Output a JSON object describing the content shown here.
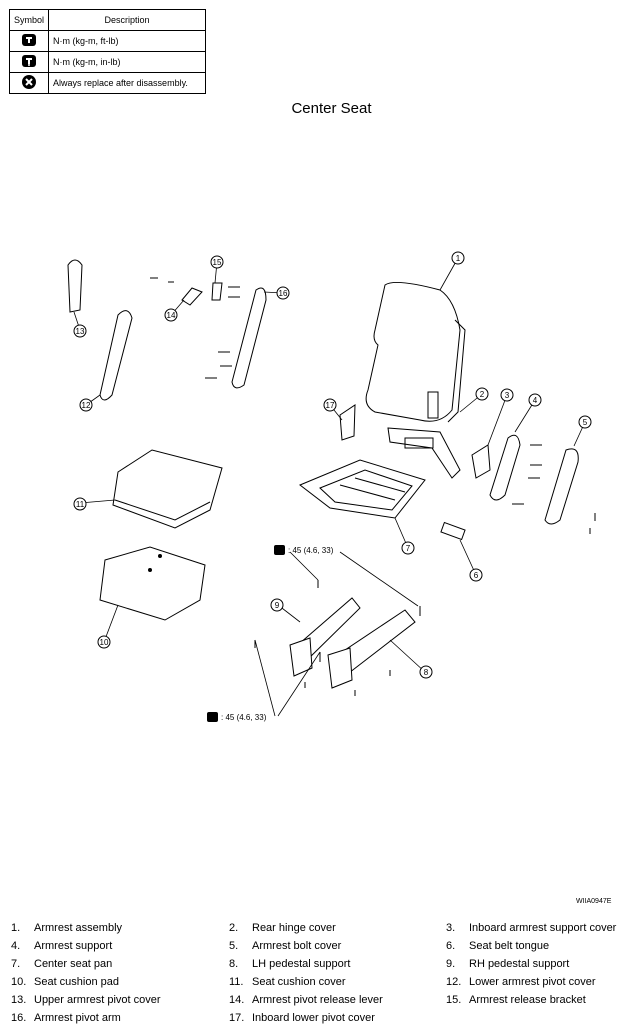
{
  "legend": {
    "header_symbol": "Symbol",
    "header_description": "Description",
    "rows": [
      {
        "icon": "torque-wrench-icon",
        "description": "N·m (kg-m, ft-lb)"
      },
      {
        "icon": "torque-wrench-in-icon",
        "description": "N·m (kg-m, in-lb)"
      },
      {
        "icon": "always-replace-icon",
        "description": "Always replace after disassembly."
      }
    ]
  },
  "title": "Center Seat",
  "callouts": [
    "1",
    "2",
    "3",
    "4",
    "5",
    "6",
    "7",
    "8",
    "9",
    "10",
    "11",
    "12",
    "13",
    "14",
    "15",
    "16",
    "17"
  ],
  "torque_labels": [
    ": 45 (4.6, 33)",
    ": 45 (4.6, 33)"
  ],
  "figure_id": "WIIA0947E",
  "parts": [
    {
      "num": "1.",
      "name": "Armrest assembly"
    },
    {
      "num": "2.",
      "name": "Rear hinge cover"
    },
    {
      "num": "3.",
      "name": "Inboard armrest support cover"
    },
    {
      "num": "4.",
      "name": "Armrest support"
    },
    {
      "num": "5.",
      "name": "Armrest bolt cover"
    },
    {
      "num": "6.",
      "name": "Seat belt tongue"
    },
    {
      "num": "7.",
      "name": "Center seat pan"
    },
    {
      "num": "8.",
      "name": "LH pedestal support"
    },
    {
      "num": "9.",
      "name": "RH pedestal support"
    },
    {
      "num": "10.",
      "name": "Seat cushion pad"
    },
    {
      "num": "11.",
      "name": "Seat cushion cover"
    },
    {
      "num": "12.",
      "name": "Lower armrest pivot cover"
    },
    {
      "num": "13.",
      "name": "Upper armrest pivot cover"
    },
    {
      "num": "14.",
      "name": "Armrest pivot release lever"
    },
    {
      "num": "15.",
      "name": "Armrest release bracket"
    },
    {
      "num": "16.",
      "name": "Armrest pivot arm"
    },
    {
      "num": "17.",
      "name": "Inboard lower pivot cover"
    }
  ]
}
